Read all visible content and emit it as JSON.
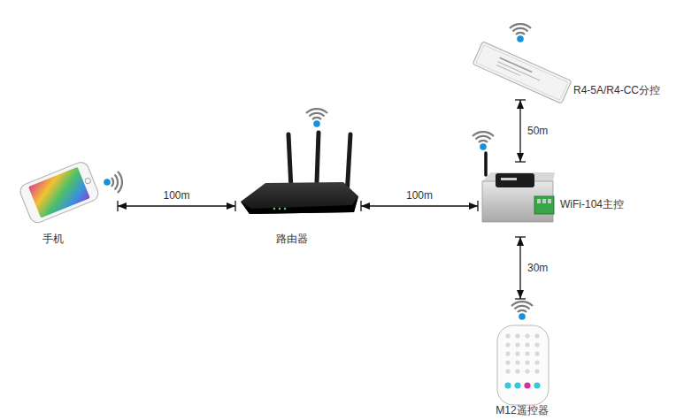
{
  "diagram": {
    "nodes": [
      {
        "text": [
          "手机"
        ]
      },
      {
        "text": [
          "路由器"
        ]
      },
      {
        "text": [
          "WiFi-104主控"
        ]
      },
      {
        "text": [
          "R4-5A/R4-CC分控"
        ]
      },
      {
        "text": [
          "M12遥控器"
        ]
      }
    ],
    "edges": [
      {
        "from": 0,
        "to": 1,
        "label": "100m",
        "arrow": "both"
      },
      {
        "from": 1,
        "to": 2,
        "label": "100m",
        "arrow": "both"
      },
      {
        "from": 2,
        "to": 3,
        "label": "50m",
        "arrow": "both"
      },
      {
        "from": 2,
        "to": 4,
        "label": "30m",
        "arrow": "both"
      }
    ]
  }
}
